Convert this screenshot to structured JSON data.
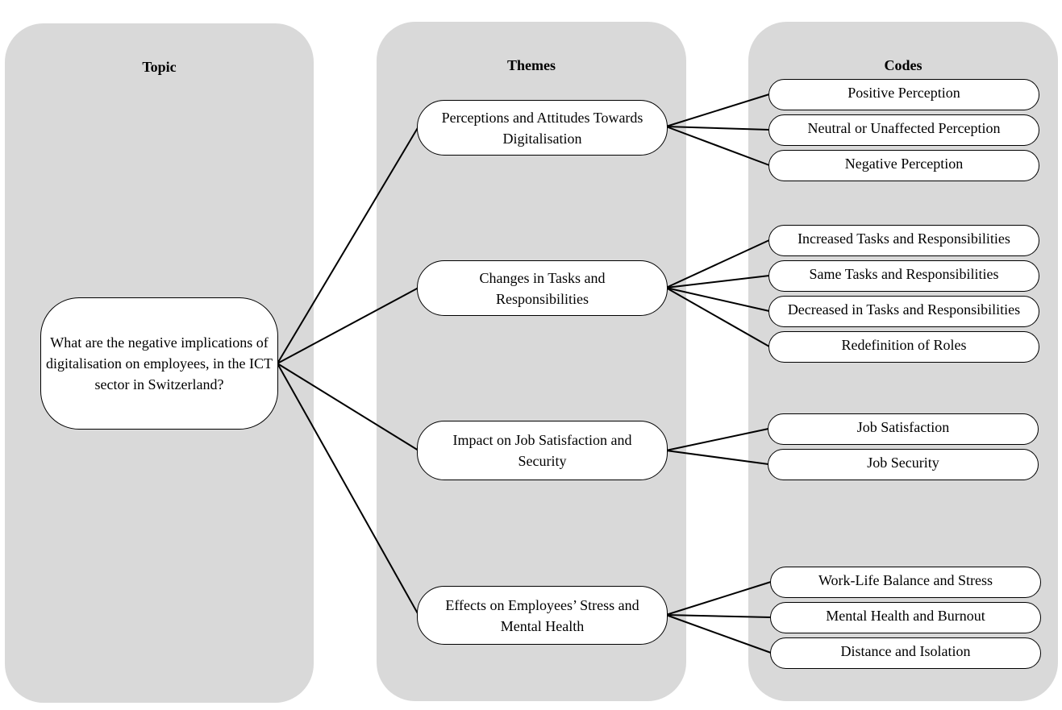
{
  "columns": {
    "topic": "Topic",
    "themes": "Themes",
    "codes": "Codes"
  },
  "topic": "What are the negative implications of digitalisation on employees, in the ICT sector in Switzerland?",
  "themes": [
    {
      "label": "Perceptions and Attitudes Towards Digitalisation",
      "codes": [
        "Positive Perception",
        "Neutral or Unaffected Perception",
        "Negative Perception"
      ]
    },
    {
      "label": "Changes in Tasks and Responsibilities",
      "codes": [
        "Increased Tasks and Responsibilities",
        "Same Tasks and Responsibilities",
        "Decreased in Tasks and Responsibilities",
        "Redefinition of Roles"
      ]
    },
    {
      "label": "Impact on Job Satisfaction and Security",
      "codes": [
        "Job Satisfaction",
        "Job Security"
      ]
    },
    {
      "label": "Effects on Employees’ Stress and Mental Health",
      "codes": [
        "Work-Life Balance and Stress",
        "Mental Health and Burnout",
        "Distance and Isolation"
      ]
    }
  ],
  "colors": {
    "panel": "#d9d9d9",
    "node_fill": "#ffffff",
    "line": "#000000"
  }
}
